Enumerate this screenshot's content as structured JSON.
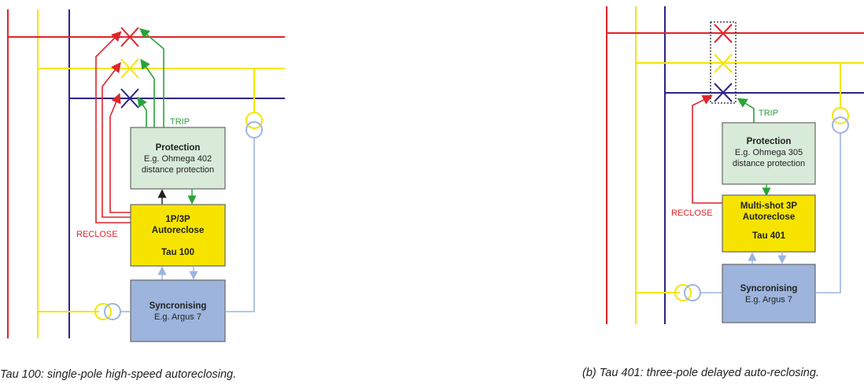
{
  "colors": {
    "red": "#e0242b",
    "yellow": "#f3e600",
    "blue": "#2b2585",
    "green": "#2aa33a",
    "protection_fill": "#d8ebd8",
    "autoreclose_fill": "#f6e400",
    "sync_fill": "#9db4dc",
    "ct_blue": "#9cb5e0"
  },
  "left": {
    "trip_label": "TRIP",
    "reclose_label": "RECLOSE",
    "protection": {
      "title": "Protection",
      "line1": "E.g. Ohmega 402",
      "line2": "distance protection"
    },
    "autoreclose": {
      "line1": "1P/3P",
      "line2": "Autoreclose",
      "line3": "Tau 100"
    },
    "sync": {
      "title": "Syncronising",
      "line1": "E.g. Argus 7"
    },
    "caption": "Tau 100: single-pole high-speed autoreclosing."
  },
  "right": {
    "trip_label": "TRIP",
    "reclose_label": "RECLOSE",
    "protection": {
      "title": "Protection",
      "line1": "E.g. Ohmega 305",
      "line2": "distance protection"
    },
    "autoreclose": {
      "line1": "Multi-shot 3P",
      "line2": "Autoreclose",
      "line3": "Tau 401"
    },
    "sync": {
      "title": "Syncronising",
      "line1": "E.g. Argus 7"
    },
    "caption": "(b) Tau 401: three-pole delayed auto-reclosing."
  }
}
